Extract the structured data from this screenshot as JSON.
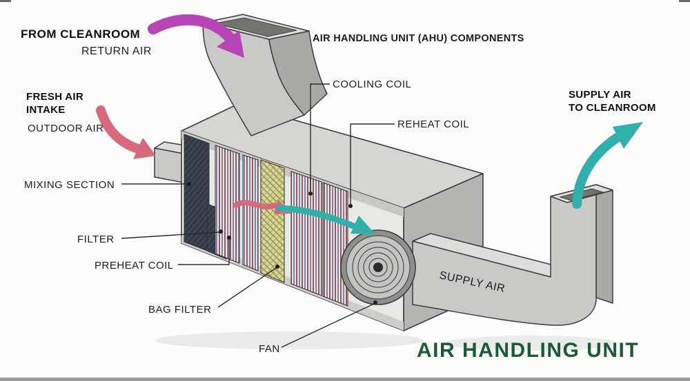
{
  "title": "AIR HANDLING UNIT (AHU) COMPONENTS",
  "footer_title": "AIR HANDLING UNIT",
  "labels": {
    "from_cleanroom": "FROM CLEANROOM",
    "return_air": "RETURN AIR",
    "fresh_air_line1": "FRESH AIR",
    "fresh_air_line2": "INTAKE",
    "outdoor_air": "OUTDOOR AIR",
    "mixing_section": "MIXING SECTION",
    "filter": "FILTER",
    "preheat_coil": "PREHEAT COIL",
    "bag_filter": "BAG FILTER",
    "fan": "FAN",
    "cooling_coil": "COOLING COIL",
    "reheat_coil": "REHEAT COIL",
    "supply_air_duct": "SUPPLY AIR",
    "supply_air_line1": "SUPPLY AIR",
    "supply_air_line2": "TO CLEANROOM"
  },
  "colors": {
    "arrow_magenta": "#b845b8",
    "arrow_pink": "#d6697c",
    "arrow_teal": "#2fb0ab",
    "title_green": "#185c36",
    "bag_filter_yellow": "#d9d795",
    "coil_blue": "#7582b4",
    "coil_red": "#a2524e",
    "damper_dark": "#343a46",
    "damper_hatch": "#5a6274"
  }
}
